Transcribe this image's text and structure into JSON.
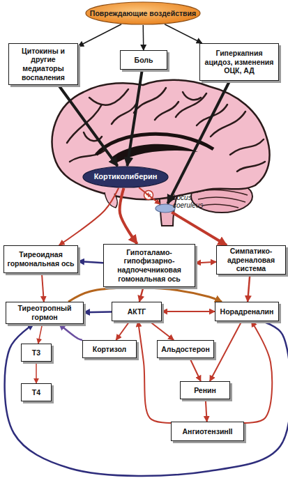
{
  "diagram": {
    "nodes": [
      {
        "text": [
          "Повреждающие воздействия"
        ]
      },
      {
        "text": [
          "Цитокины и другие медиаторы воспаления"
        ]
      },
      {
        "text": [
          "Боль"
        ]
      },
      {
        "text": [
          "Гиперкапния ацидоз, изменения ОЦК, АД"
        ]
      },
      {
        "text": [
          "Кортиколиберин"
        ]
      },
      {
        "text": [
          "Locus coeruleus"
        ]
      },
      {
        "text": [
          "Тиреоидная гормональная ось"
        ]
      },
      {
        "text": [
          "Гипоталамо-гипофизарно-надпочечниковая гомональная ось"
        ]
      },
      {
        "text": [
          "Симпатико-адреналовая система"
        ]
      },
      {
        "text": [
          "Тиреотропный гормон"
        ]
      },
      {
        "text": [
          "АКТГ"
        ]
      },
      {
        "text": [
          "Норадреналин"
        ]
      },
      {
        "text": [
          "Т3"
        ]
      },
      {
        "text": [
          "Кортизол"
        ]
      },
      {
        "text": [
          "Альдостерон"
        ]
      },
      {
        "text": [
          "Т4"
        ]
      },
      {
        "text": [
          "Ренин"
        ]
      },
      {
        "text": [
          "АнгиотензинII"
        ]
      }
    ],
    "edges": [
      {
        "from": 0,
        "to": 1,
        "arrow": "to"
      },
      {
        "from": 0,
        "to": 2,
        "arrow": "to"
      },
      {
        "from": 0,
        "to": 3,
        "arrow": "to"
      },
      {
        "from": 1,
        "to": 4,
        "arrow": "to"
      },
      {
        "from": 2,
        "to": 4,
        "arrow": "to"
      },
      {
        "from": 3,
        "to": 5,
        "arrow": "to"
      },
      {
        "from": 4,
        "to": 5,
        "arrow": "to"
      },
      {
        "from": 4,
        "to": 6,
        "arrow": "to"
      },
      {
        "from": 4,
        "to": 7,
        "arrow": "to"
      },
      {
        "from": 5,
        "to": 8,
        "arrow": "to"
      },
      {
        "from": 7,
        "to": 6,
        "arrow": "to"
      },
      {
        "from": 7,
        "to": 8,
        "arrow": "both"
      },
      {
        "from": 6,
        "to": 9,
        "arrow": "to"
      },
      {
        "from": 7,
        "to": 10,
        "arrow": "to"
      },
      {
        "from": 8,
        "to": 11,
        "arrow": "to"
      },
      {
        "from": 10,
        "to": 9,
        "arrow": "to"
      },
      {
        "from": 9,
        "to": 11,
        "arrow": "to"
      },
      {
        "from": 10,
        "to": 11,
        "arrow": "both"
      },
      {
        "from": 9,
        "to": 12,
        "arrow": "to"
      },
      {
        "from": 12,
        "to": 15,
        "arrow": "to"
      },
      {
        "from": 10,
        "to": 13,
        "arrow": "to"
      },
      {
        "from": 13,
        "to": 9,
        "arrow": "to"
      },
      {
        "from": 10,
        "to": 14,
        "arrow": "to"
      },
      {
        "from": 14,
        "to": 16,
        "arrow": "to"
      },
      {
        "from": 11,
        "to": 16,
        "arrow": "to"
      },
      {
        "from": 16,
        "to": 17,
        "arrow": "to"
      },
      {
        "from": 17,
        "to": 10,
        "arrow": "to"
      },
      {
        "from": 17,
        "to": 11,
        "arrow": "to"
      },
      {
        "from": 11,
        "to": 9,
        "arrow": "to"
      }
    ],
    "labels": [
      "+"
    ]
  }
}
